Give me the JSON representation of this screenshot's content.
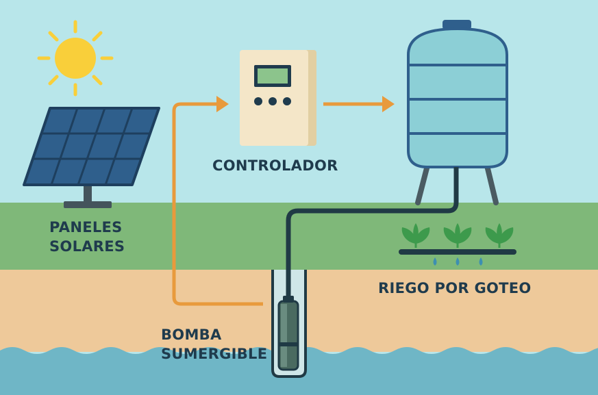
{
  "colors": {
    "sky": "#b8e6ea",
    "grass": "#7fb879",
    "soil": "#eec99a",
    "water": "#6fb6c6",
    "flow_arrow": "#e89a3c",
    "pipe": "#203a45",
    "tank": "#8ccfd6",
    "controller": "#f4e6c8",
    "sun": "#f9cf3a",
    "panel": "#2f5f8c",
    "plant": "#3d9a4c",
    "drop": "#3d8fb1",
    "text": "#1f3b4d"
  },
  "labels": {
    "panels": [
      "PANELES",
      "SOLARES"
    ],
    "controller": "CONTROLADOR",
    "drip": "RIEGO POR GOTEO",
    "pump": [
      "BOMBA",
      "SUMERGIBLE"
    ]
  },
  "icons": [
    "sun-icon",
    "solar-panel-icon",
    "controller-icon",
    "water-tank-icon",
    "plant-icon",
    "water-drop-icon",
    "submersible-pump-icon"
  ]
}
